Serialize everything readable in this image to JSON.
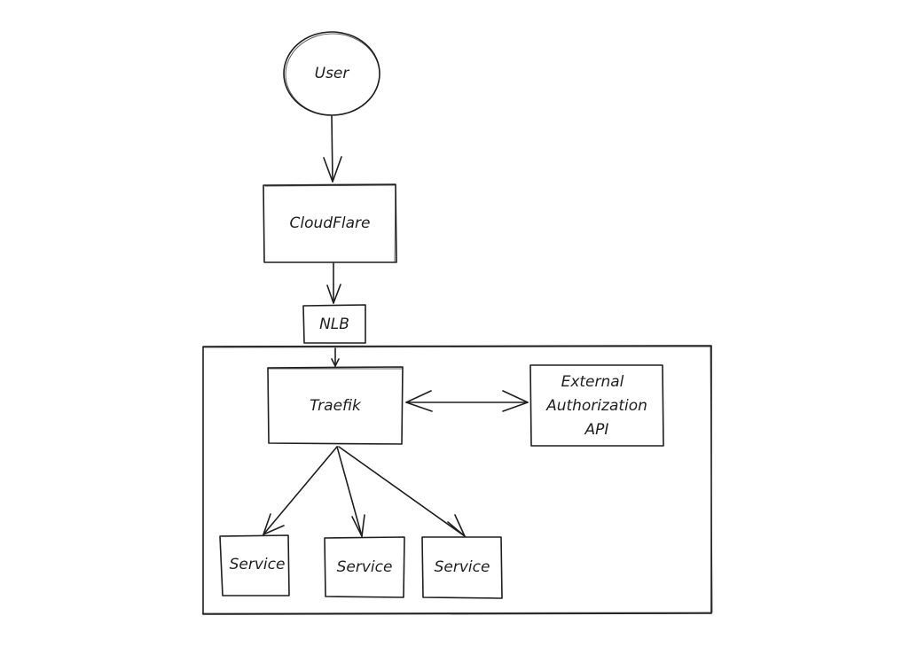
{
  "diagram": {
    "nodes": {
      "user": {
        "label": "User",
        "shape": "circle"
      },
      "cloudflare": {
        "label": "CloudFlare",
        "shape": "rect"
      },
      "nlb": {
        "label": "NLB",
        "shape": "rect"
      },
      "cluster": {
        "label": "",
        "shape": "container"
      },
      "traefik": {
        "label": "Traefik",
        "shape": "rect"
      },
      "auth_api": {
        "lines": [
          "External",
          "Authorization",
          "API"
        ],
        "shape": "rect"
      },
      "services": [
        {
          "label": "Service",
          "shape": "rect"
        },
        {
          "label": "Service",
          "shape": "rect"
        },
        {
          "label": "Service",
          "shape": "rect"
        }
      ]
    },
    "edges": [
      {
        "from": "user",
        "to": "cloudflare",
        "type": "arrow"
      },
      {
        "from": "cloudflare",
        "to": "nlb",
        "type": "arrow"
      },
      {
        "from": "nlb",
        "to": "traefik",
        "type": "arrow"
      },
      {
        "from": "traefik",
        "to": "auth_api",
        "type": "bidirectional-arrow"
      },
      {
        "from": "traefik",
        "to": "service-1",
        "type": "arrow"
      },
      {
        "from": "traefik",
        "to": "service-2",
        "type": "arrow"
      },
      {
        "from": "traefik",
        "to": "service-3",
        "type": "arrow"
      }
    ],
    "colors": {
      "stroke": "#1e1e1e",
      "background": "#ffffff"
    }
  }
}
